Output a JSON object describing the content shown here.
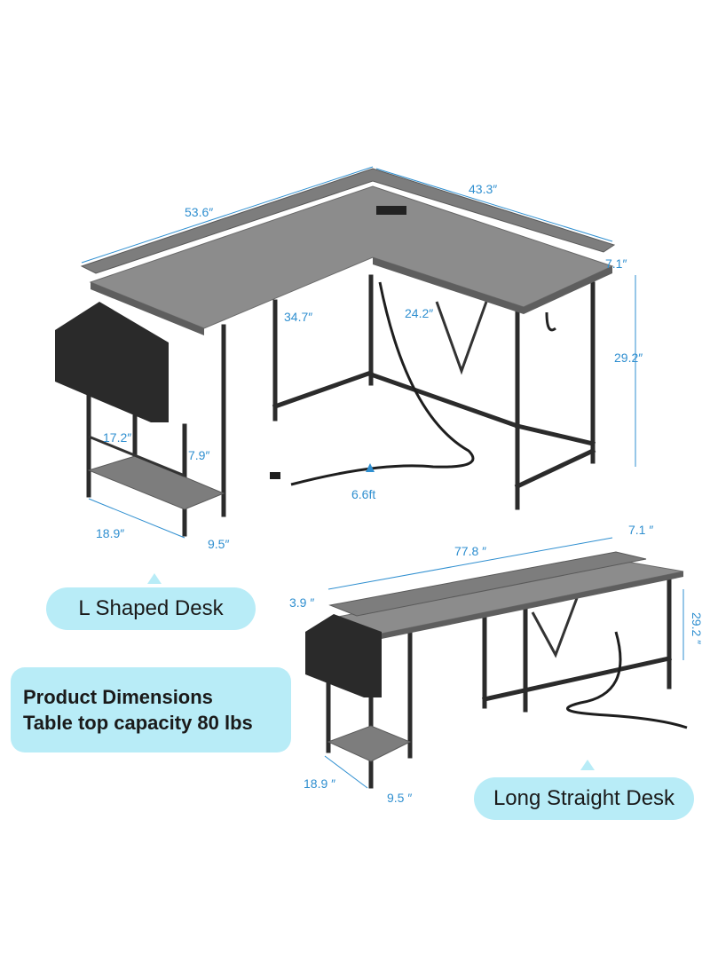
{
  "l_desk": {
    "label": "L Shaped Desk",
    "dims": {
      "long_side": "53.6″",
      "short_side": "43.3″",
      "shelf_depth": "7.1″",
      "height": "29.2″",
      "inner_depth_left": "34.7″",
      "inner_depth_right": "24.2″",
      "shelf_width": "17.2″",
      "shelf_gap": "7.9″",
      "base_depth": "18.9″",
      "base_width": "9.5″",
      "cord": "6.6ft"
    }
  },
  "straight_desk": {
    "label": "Long Straight Desk",
    "dims": {
      "length": "77.8 ″",
      "shelf_depth": "7.1 ″",
      "riser_height": "3.9 ″",
      "height": "29.2 ″",
      "base_depth": "18.9 ″",
      "base_width": "9.5 ″"
    }
  },
  "info": {
    "line1": "Product Dimensions",
    "line2": "Table top capacity 80 lbs"
  },
  "colors": {
    "accent": "#2f8fd0",
    "pill": "#b8ecf7",
    "frame": "#2b2b2b",
    "desktop": "#8c8c8c"
  }
}
